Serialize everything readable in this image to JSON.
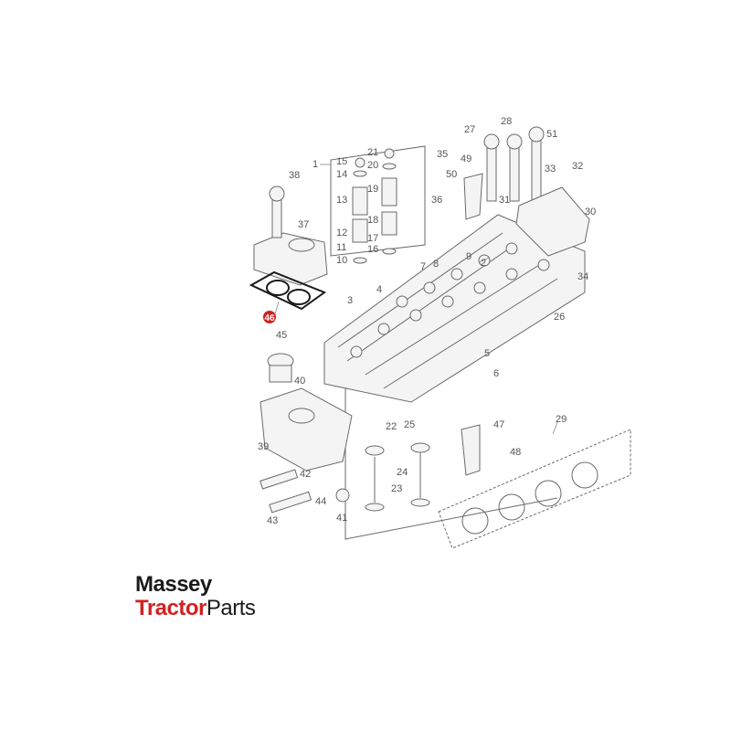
{
  "diagram": {
    "callouts": [
      "1",
      "2",
      "3",
      "4",
      "5",
      "6",
      "7",
      "8",
      "9",
      "10",
      "11",
      "12",
      "13",
      "14",
      "15",
      "16",
      "17",
      "18",
      "19",
      "20",
      "21",
      "22",
      "23",
      "24",
      "25",
      "26",
      "27",
      "28",
      "29",
      "30",
      "31",
      "32",
      "33",
      "34",
      "35",
      "36",
      "37",
      "38",
      "39",
      "40",
      "41",
      "42",
      "43",
      "44",
      "45",
      "46",
      "47",
      "48",
      "49",
      "50",
      "51"
    ],
    "highlighted_callout": "46",
    "highlight_color": "#d32020"
  },
  "logo": {
    "line1": "Massey",
    "line2_a": "Tractor",
    "line2_b": "Parts",
    "accent_color": "#d32020"
  }
}
